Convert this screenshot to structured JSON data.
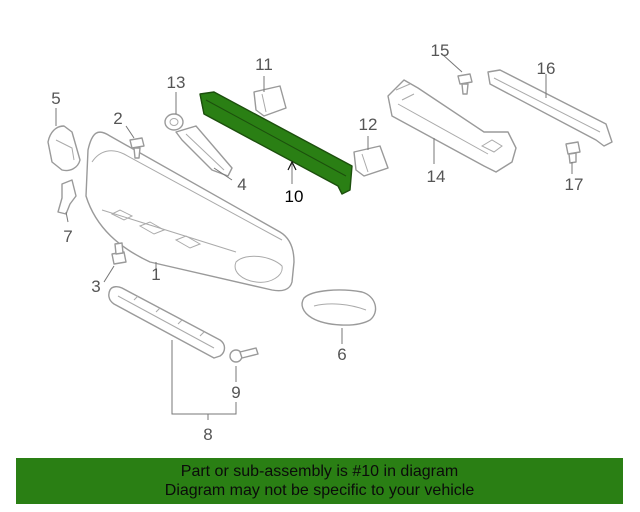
{
  "diagram": {
    "highlighted_part": "10",
    "highlight_color": "#2a7f14",
    "callouts": [
      "1",
      "2",
      "3",
      "4",
      "5",
      "6",
      "7",
      "8",
      "9",
      "10",
      "11",
      "12",
      "13",
      "14",
      "15",
      "16",
      "17"
    ]
  },
  "banner": {
    "line1": "Part or sub-assembly is #10 in diagram",
    "line2": "Diagram may not be specific to your vehicle",
    "background": "#2a7f14"
  }
}
